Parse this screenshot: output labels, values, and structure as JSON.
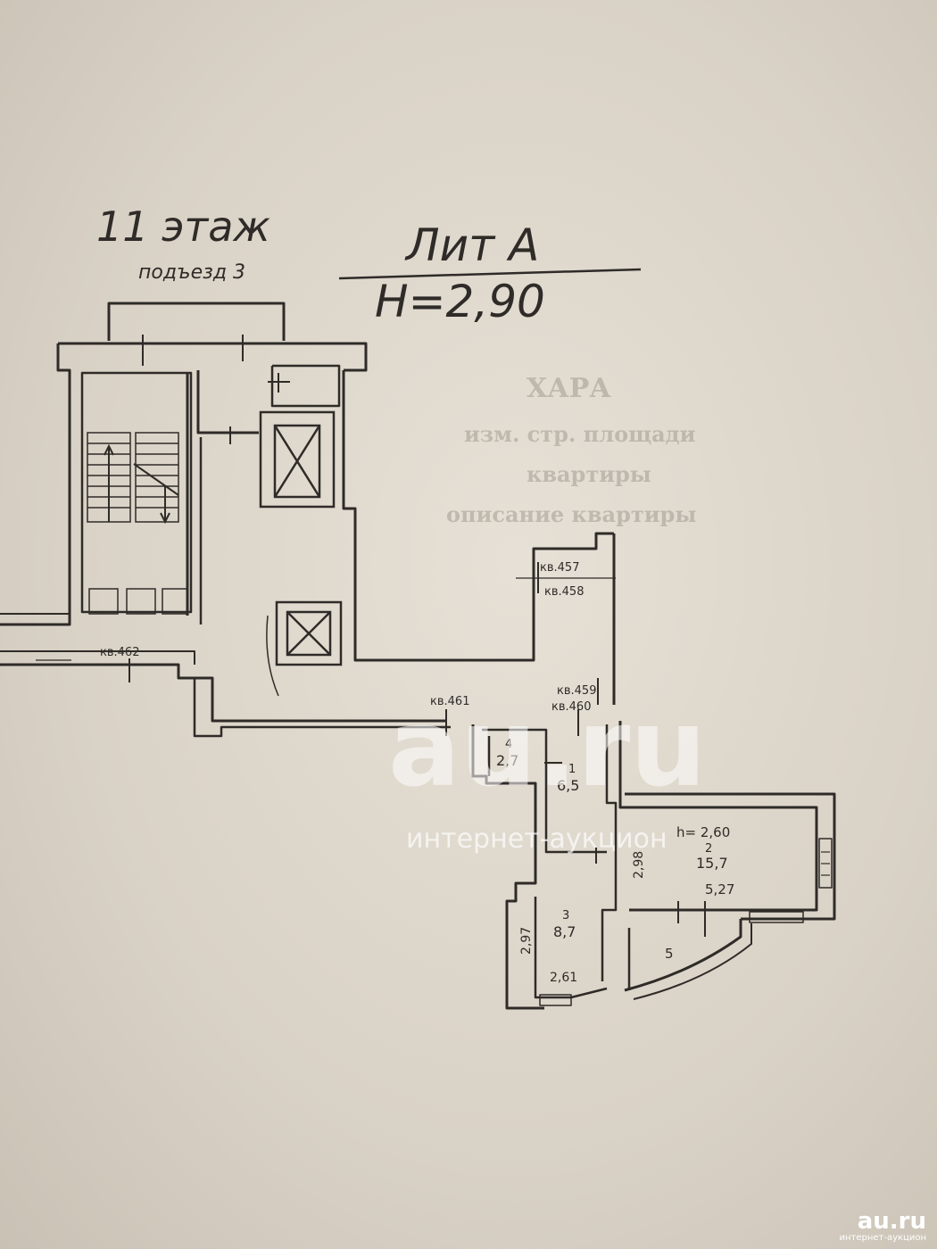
{
  "header": {
    "floor": "11 этаж",
    "entrance": "подъезд 3",
    "liter": "Лит А",
    "height": "Н=2,90"
  },
  "apartments": {
    "a457": "кв.457",
    "a458": "кв.458",
    "a459": "кв.459",
    "a460": "кв.460",
    "a461": "кв.461",
    "a462": "кв.462"
  },
  "rooms": {
    "r4_num": "4",
    "r4_area": "2,7",
    "r1_num": "1",
    "r1_area": "6,5",
    "r2_ceiling": "h= 2,60",
    "r2_num": "2",
    "r2_area": "15,7",
    "r3_num": "3",
    "r3_area": "8,7",
    "r5_num": "5"
  },
  "dimensions": {
    "d_298": "2,98",
    "d_527": "5,27",
    "d_297": "2,97",
    "d_261": "2,61"
  },
  "background_text": [
    "ХАРА",
    "изм. стр. площади",
    "квартиры",
    "описание квартиры"
  ],
  "watermark": {
    "big": "au.ru",
    "small": "интернет-аукцион"
  },
  "logo": {
    "main": "au.ru",
    "sub": "интернет-аукцион"
  },
  "colors": {
    "paper": "#dcd5ca",
    "ink": "#2e2b28",
    "watermark": "#ffffff"
  }
}
